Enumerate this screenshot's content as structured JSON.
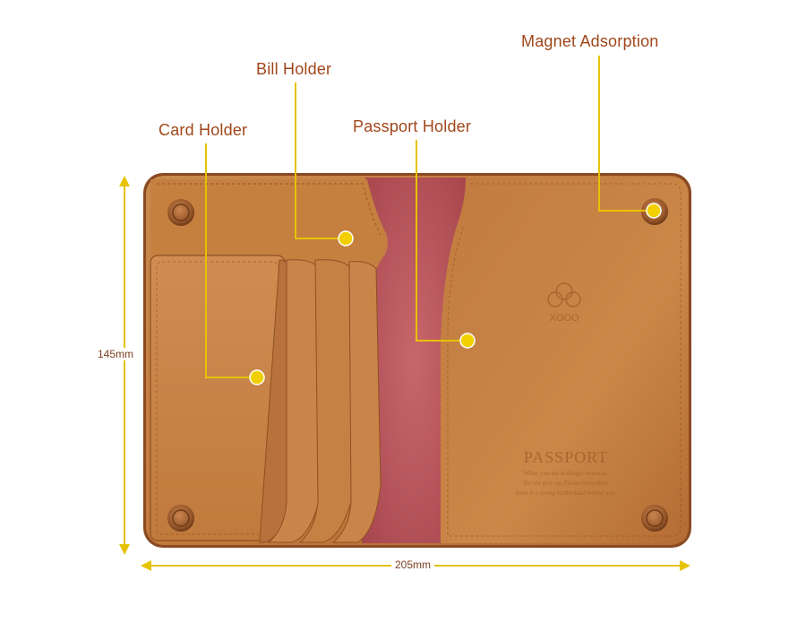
{
  "callouts": {
    "card_holder": "Card Holder",
    "bill_holder": "Bill Holder",
    "passport_holder": "Passport Holder",
    "magnet_adsorption": "Magnet Adsorption"
  },
  "dimensions": {
    "height": "145mm",
    "width": "205mm"
  },
  "product": {
    "brand_mark": "XOOO",
    "emboss_title": "PASSPORT",
    "emboss_lines": [
      "When you are in danger overseas,",
      "Do not give up. Please remember,",
      "there is a strong motherland behind you."
    ]
  },
  "colors": {
    "label_text": "#a0461a",
    "leader_line": "#e6c200",
    "marker_dot": "#f2d000",
    "leather": "#c57a3c",
    "felt": "#b9545a",
    "dimension_arrow": "#e6c200"
  }
}
